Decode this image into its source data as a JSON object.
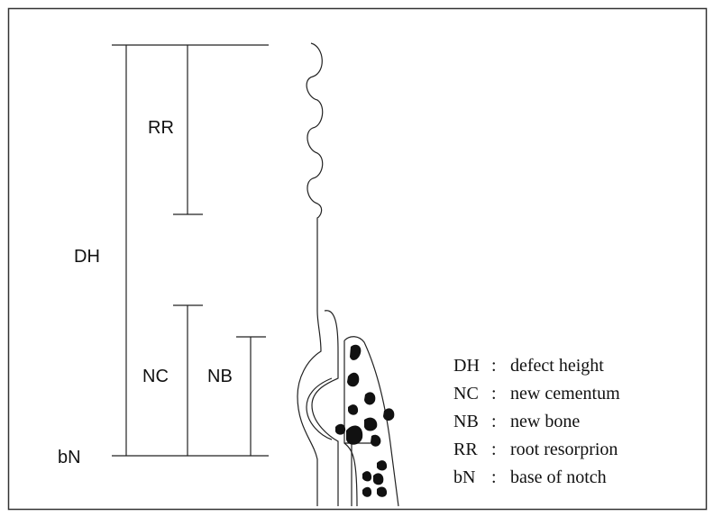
{
  "labels": {
    "dh": "DH",
    "rr": "RR",
    "nc": "NC",
    "nb": "NB",
    "bn": "bN"
  },
  "legend": [
    {
      "abbr": "DH",
      "sep": ":",
      "text": "defect height"
    },
    {
      "abbr": "NC",
      "sep": ":",
      "text": "new cementum"
    },
    {
      "abbr": "NB",
      "sep": ":",
      "text": "new bone"
    },
    {
      "abbr": "RR",
      "sep": ":",
      "text": "root resorprion"
    },
    {
      "abbr": "bN",
      "sep": ":",
      "text": "base of notch"
    }
  ]
}
